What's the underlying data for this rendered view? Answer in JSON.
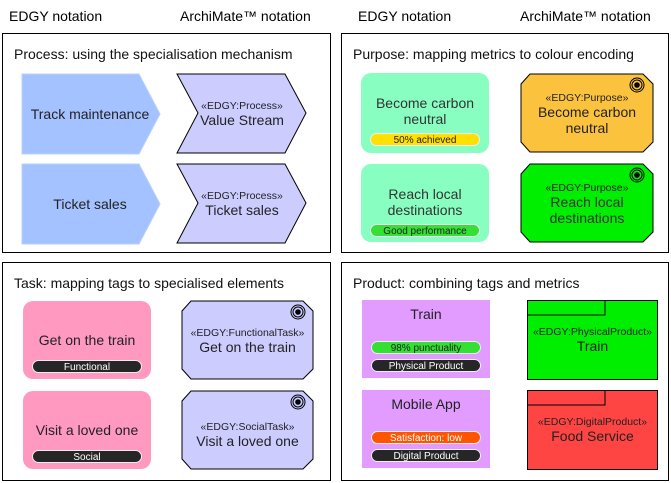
{
  "column_headers": {
    "left_edgy": "EDGY notation",
    "left_archimate": "ArchiMate™ notation",
    "right_edgy": "EDGY notation",
    "right_archimate": "ArchiMate™ notation"
  },
  "colors": {
    "process_edgy": "#a4c2ff",
    "process_archimate": "#ccccff",
    "purpose_edgy": "#88ffc0",
    "task_edgy": "#ff99c0",
    "task_archimate": "#ccccff",
    "product_edgy": "#e29cff",
    "metric_yellow": "#ffe000",
    "metric_green": "#33e033",
    "metric_orange": "#ff5500",
    "archimate_orange": "#fbc23e",
    "archimate_green": "#00ee00",
    "archimate_red": "#ff4444"
  },
  "panels": {
    "process": {
      "title": "Process: using the specialisation mechanism",
      "rows": [
        {
          "edgy_label": "Track maintenance",
          "stereotype": "«EDGY:Process»",
          "archimate_label": "Value Stream"
        },
        {
          "edgy_label": "Ticket sales",
          "stereotype": "«EDGY:Process»",
          "archimate_label": "Ticket sales"
        }
      ]
    },
    "purpose": {
      "title": "Purpose: mapping metrics to colour encoding",
      "rows": [
        {
          "edgy_label": "Become carbon neutral",
          "metric": "50% achieved",
          "stereotype": "«EDGY:Purpose»",
          "archimate_label": "Become carbon neutral"
        },
        {
          "edgy_label": "Reach local destinations",
          "metric": "Good performance",
          "stereotype": "«EDGY:Purpose»",
          "archimate_label": "Reach local destinations"
        }
      ]
    },
    "task": {
      "title": "Task: mapping tags to specialised elements",
      "rows": [
        {
          "edgy_label": "Get on the train",
          "tag": "Functional",
          "stereotype": "«EDGY:FunctionalTask»",
          "archimate_label": "Get on the train"
        },
        {
          "edgy_label": "Visit a loved one",
          "tag": "Social",
          "stereotype": "«EDGY:SocialTask»",
          "archimate_label": "Visit a loved one"
        }
      ]
    },
    "product": {
      "title": "Product: combining tags and metrics",
      "rows": [
        {
          "edgy_label": "Train",
          "metric": "98% punctuality",
          "tag": "Physical Product",
          "stereotype": "«EDGY:PhysicalProduct»",
          "archimate_label": "Train"
        },
        {
          "edgy_label": "Mobile App",
          "metric": "Satisfaction: low",
          "tag": "Digital Product",
          "stereotype": "«EDGY:DigitalProduct»",
          "archimate_label": "Food Service"
        }
      ]
    }
  }
}
